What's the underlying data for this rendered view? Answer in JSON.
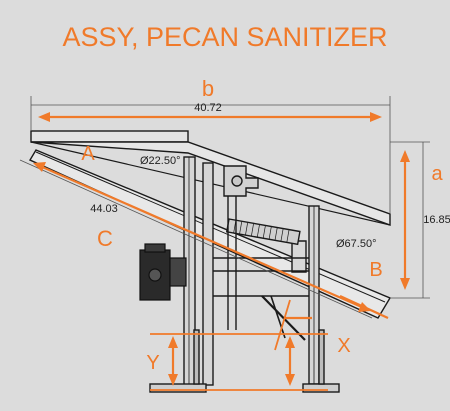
{
  "title": "ASSY, PECAN SANITIZER",
  "colors": {
    "background": "#dcdcdc",
    "annotation": "#f07a2a",
    "linework": "#1a1a1a"
  },
  "labels": {
    "b": "b",
    "a": "a",
    "A": "A",
    "B": "B",
    "C": "C",
    "X": "X",
    "Y": "Y"
  },
  "dimensions": {
    "top_length": "40.72",
    "height": "16.85",
    "diagonal": "44.03",
    "angle_top": "Ø22.50°",
    "angle_right": "Ø67.50°"
  }
}
